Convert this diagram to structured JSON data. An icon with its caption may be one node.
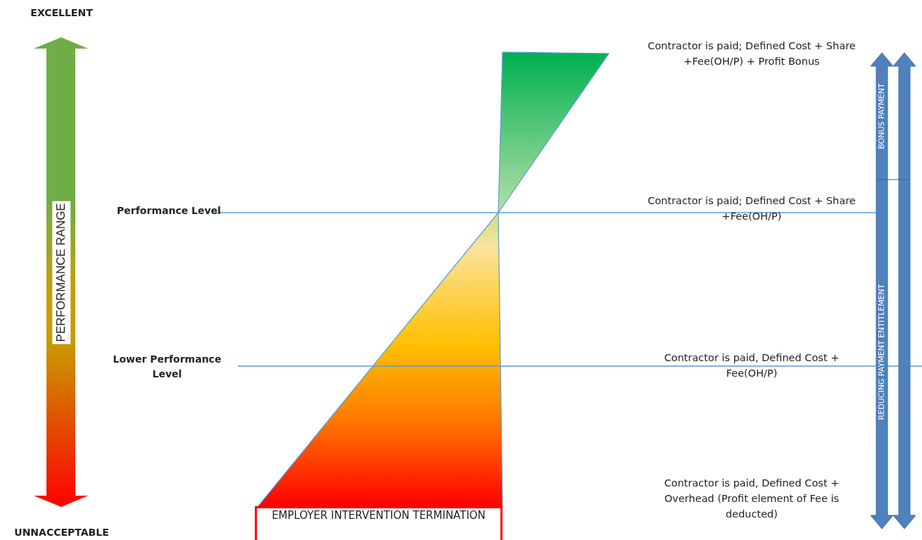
{
  "diagram": {
    "nodes": [
      {
        "text": [
          "EMPLOYER INTERVENTION TERMINATION"
        ]
      }
    ],
    "edges": [],
    "labels": [
      "EXCELLENT",
      "Contractor is paid; Defined Cost + Share +Fee(OH/P) + Profit Bonus",
      "BONUS PAYMENT",
      "PERFORMANCE RANGE",
      "Performance Level",
      "Contractor is paid; Defined Cost + Share +Fee(OH/P)",
      "Lower Performance Level",
      "Contractor is paid, Defined Cost + Fee(OH/P)",
      "REDUCING PAYMENT ENTITLEMENT",
      "Contractor is paid, Defined Cost + Overhead (Profit element of Fee is deducted)",
      "UNNACCEPTABLE"
    ]
  }
}
